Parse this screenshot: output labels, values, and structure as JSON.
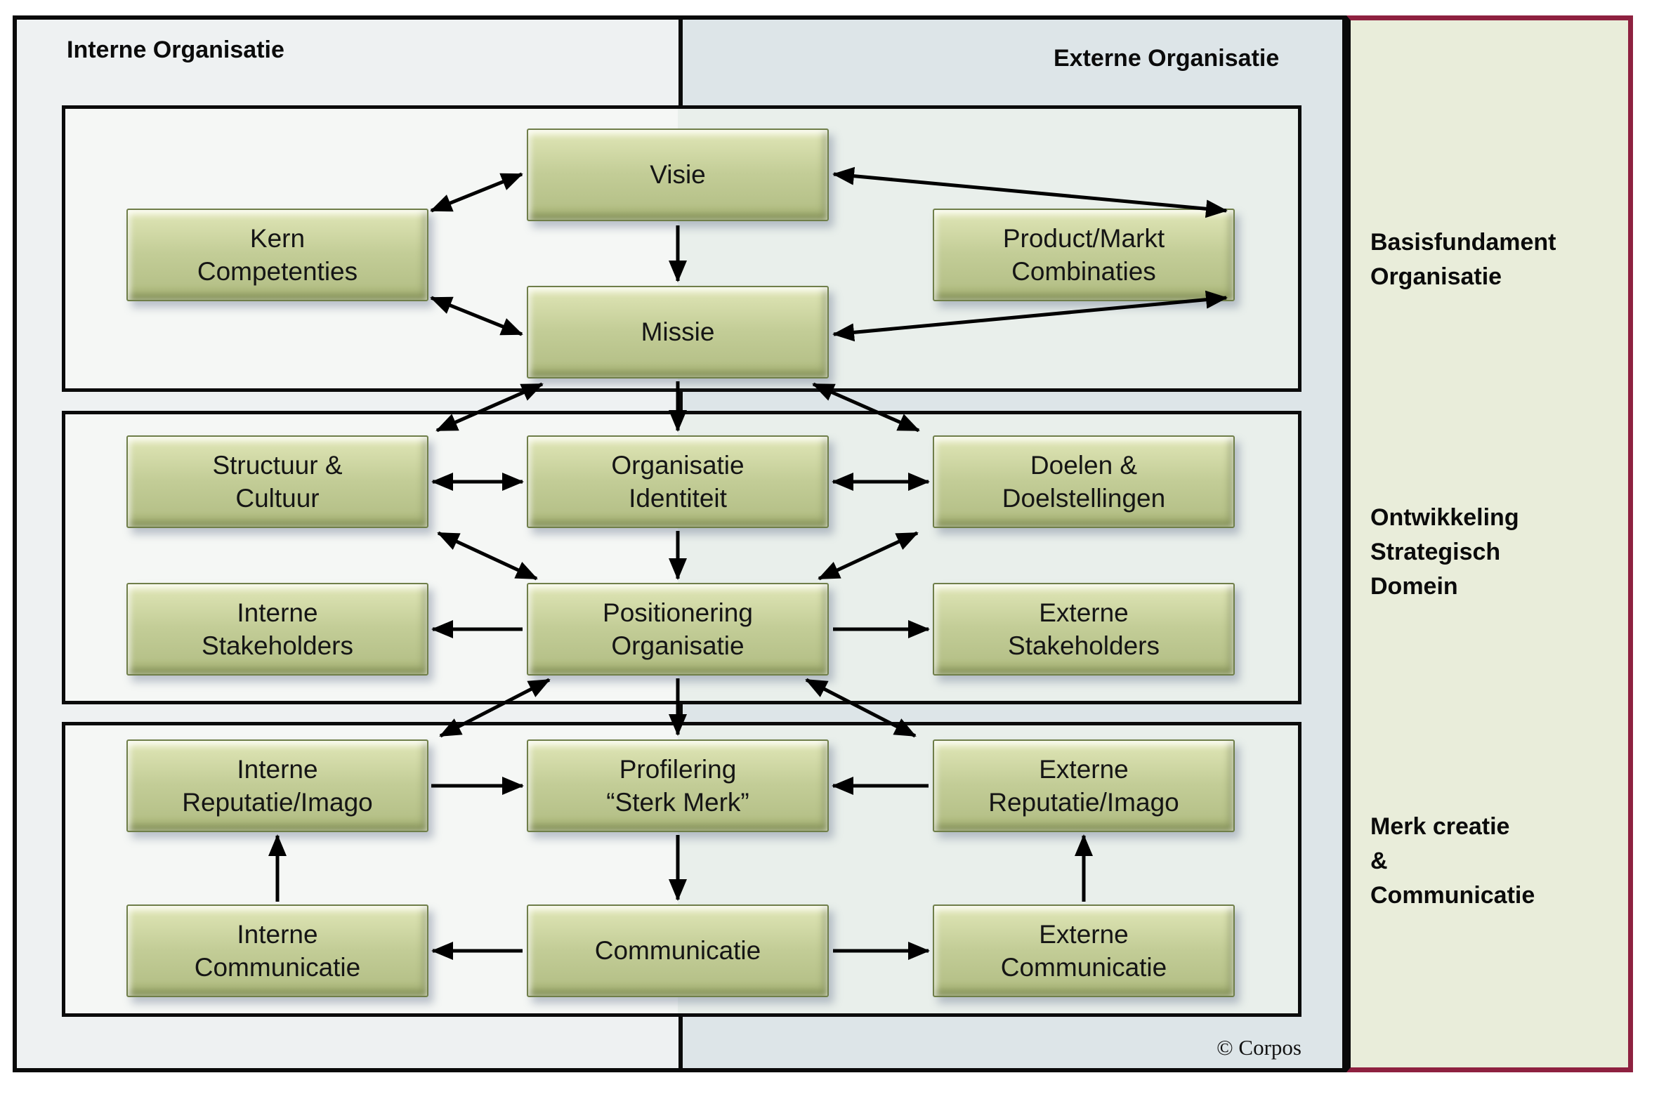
{
  "header": {
    "internal_label": "Interne Organisatie",
    "external_label": "Externe Organisatie"
  },
  "sidebar": {
    "labels": [
      "Basisfundament\nOrganisatie",
      "Ontwikkeling\nStrategisch\nDomein",
      "Merk creatie\n&\nCommunicatie"
    ]
  },
  "nodes": {
    "visie": "Visie",
    "kern_competenties": "Kern\nCompetenties",
    "product_markt_combinaties": "Product/Markt\nCombinaties",
    "missie": "Missie",
    "structuur_cultuur": "Structuur &\nCultuur",
    "organisatie_identiteit": "Organisatie\nIdentiteit",
    "doelen_doelstellingen": "Doelen &\nDoelstellingen",
    "interne_stakeholders": "Interne\nStakeholders",
    "positionering_organisatie": "Positionering\nOrganisatie",
    "externe_stakeholders": "Externe\nStakeholders",
    "interne_reputatie_imago": "Interne\nReputatie/Imago",
    "profilering_sterk_merk": "Profilering\n“Sterk Merk”",
    "externe_reputatie_imago": "Externe\nReputatie/Imago",
    "interne_communicatie": "Interne\nCommunicatie",
    "communicatie": "Communicatie",
    "externe_communicatie": "Externe\nCommunicatie"
  },
  "footer": {
    "copyright": "© Corpos"
  },
  "colors": {
    "node_fill": "#bec994",
    "node_border": "#6f7e49",
    "internal_background": "#eef1f2",
    "external_background": "#dde5e8",
    "section_background_left": "#f5f7f5",
    "section_background_right": "#e9efeb",
    "sidebar_fill": "#e9edda",
    "frame_maroon": "#8e2140",
    "line_black": "#000000"
  }
}
